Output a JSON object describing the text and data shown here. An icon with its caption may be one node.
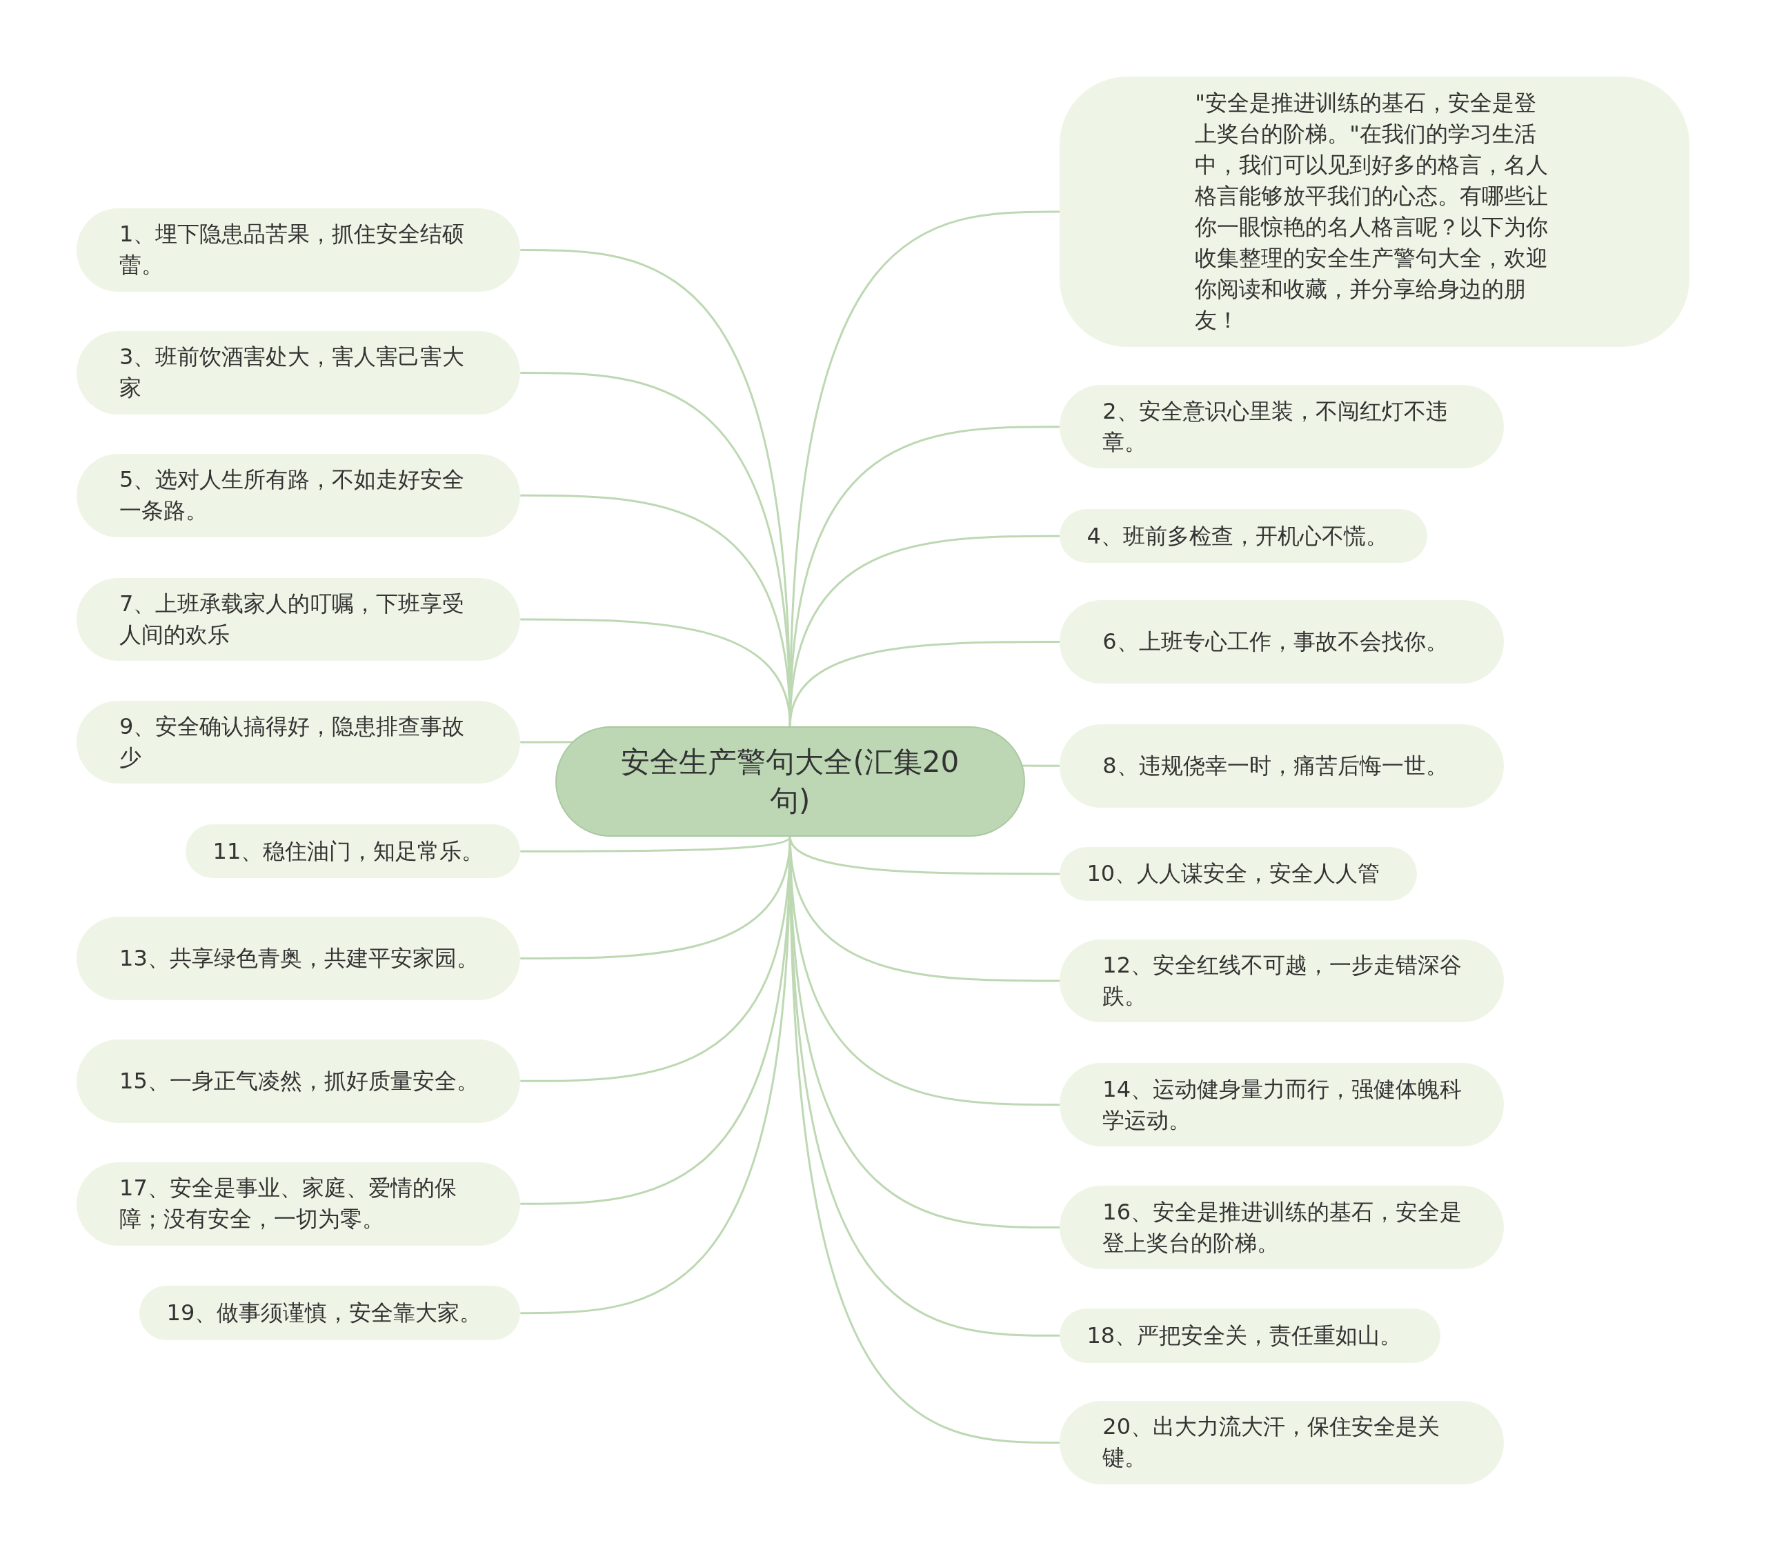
{
  "diagram": {
    "nodes": [
      {
        "text": [
          "安全生产警句大全(汇集20句)"
        ]
      },
      {
        "text": [
          "\"安全是推进训练的基石，安全是登上奖台的阶梯。\"在我们的学习生活中，我们可以见到好多的格言，名人格言能够放平我们的心态。有哪些让你一眼惊艳的名人格言呢？以下为你收集整理的安全生产警句大全，欢迎你阅读和收藏，并分享给身边的朋友！"
        ]
      },
      {
        "text": [
          "1、埋下隐患品苦果，抓住安全结硕蕾。"
        ]
      },
      {
        "text": [
          "2、安全意识心里装，不闯红灯不违章。"
        ]
      },
      {
        "text": [
          "3、班前饮酒害处大，害人害己害大家"
        ]
      },
      {
        "text": [
          "4、班前多检查，开机心不慌。"
        ]
      },
      {
        "text": [
          "5、选对人生所有路，不如走好安全一条路。"
        ]
      },
      {
        "text": [
          "6、上班专心工作，事故不会找你。"
        ]
      },
      {
        "text": [
          "7、上班承载家人的叮嘱，下班享受人间的欢乐"
        ]
      },
      {
        "text": [
          "8、违规侥幸一时，痛苦后悔一世。"
        ]
      },
      {
        "text": [
          "9、安全确认搞得好，隐患排查事故少"
        ]
      },
      {
        "text": [
          "10、人人谋安全，安全人人管"
        ]
      },
      {
        "text": [
          "11、稳住油门，知足常乐。"
        ]
      },
      {
        "text": [
          "12、安全红线不可越，一步走错深谷跌。"
        ]
      },
      {
        "text": [
          "13、共享绿色青奥，共建平安家园。"
        ]
      },
      {
        "text": [
          "14、运动健身量力而行，强健体魄科学运动。"
        ]
      },
      {
        "text": [
          "15、一身正气凌然，抓好质量安全。"
        ]
      },
      {
        "text": [
          "16、安全是推进训练的基石，安全是登上奖台的阶梯。"
        ]
      },
      {
        "text": [
          "17、安全是事业、家庭、爱情的保障；没有安全，一切为零。"
        ]
      },
      {
        "text": [
          "18、严把安全关，责任重如山。"
        ]
      },
      {
        "text": [
          "19、做事须谨慎，安全靠大家。"
        ]
      },
      {
        "text": [
          "20、出大力流大汗，保住安全是关键。"
        ]
      }
    ],
    "edges": [
      {
        "from": 0,
        "to": 1,
        "arrow": "none"
      },
      {
        "from": 0,
        "to": 2,
        "arrow": "none"
      },
      {
        "from": 0,
        "to": 3,
        "arrow": "none"
      },
      {
        "from": 0,
        "to": 4,
        "arrow": "none"
      },
      {
        "from": 0,
        "to": 5,
        "arrow": "none"
      },
      {
        "from": 0,
        "to": 6,
        "arrow": "none"
      },
      {
        "from": 0,
        "to": 7,
        "arrow": "none"
      },
      {
        "from": 0,
        "to": 8,
        "arrow": "none"
      },
      {
        "from": 0,
        "to": 9,
        "arrow": "none"
      },
      {
        "from": 0,
        "to": 10,
        "arrow": "none"
      },
      {
        "from": 0,
        "to": 11,
        "arrow": "none"
      },
      {
        "from": 0,
        "to": 12,
        "arrow": "none"
      },
      {
        "from": 0,
        "to": 13,
        "arrow": "none"
      },
      {
        "from": 0,
        "to": 14,
        "arrow": "none"
      },
      {
        "from": 0,
        "to": 15,
        "arrow": "none"
      },
      {
        "from": 0,
        "to": 16,
        "arrow": "none"
      },
      {
        "from": 0,
        "to": 17,
        "arrow": "none"
      },
      {
        "from": 0,
        "to": 18,
        "arrow": "none"
      },
      {
        "from": 0,
        "to": 19,
        "arrow": "none"
      },
      {
        "from": 0,
        "to": 20,
        "arrow": "none"
      },
      {
        "from": 0,
        "to": 21,
        "arrow": "none"
      }
    ]
  }
}
